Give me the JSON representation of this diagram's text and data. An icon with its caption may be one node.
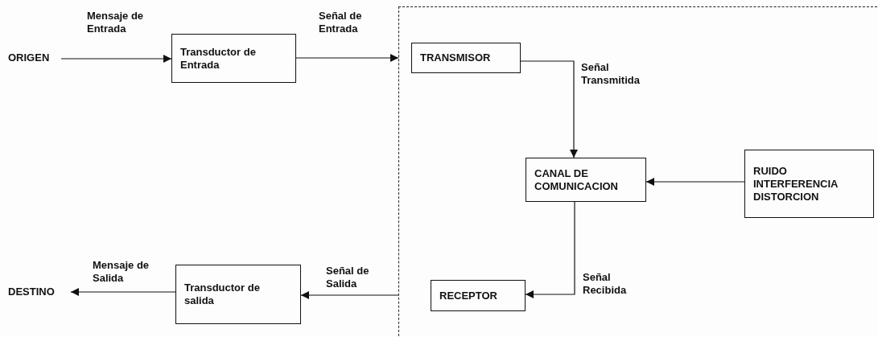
{
  "diagram": {
    "nodes": [
      {
        "text": [
          "ORIGEN"
        ]
      },
      {
        "text": [
          "Transductor de Entrada"
        ]
      },
      {
        "text": [],
        "shape": "box"
      },
      {
        "text": [
          "TRANSMISOR"
        ],
        "in": 2
      },
      {
        "text": [
          "CANAL DE COMUNICACION"
        ],
        "in": 2
      },
      {
        "text": [
          "RUIDO INTERFERENCIA DISTORCION"
        ],
        "in": 2
      },
      {
        "text": [
          "RECEPTOR"
        ],
        "in": 2
      },
      {
        "text": [
          "Transductor de salida"
        ]
      },
      {
        "text": [
          "DESTINO"
        ]
      }
    ],
    "edges": [
      {
        "from": 0,
        "to": 1,
        "arrow": "to",
        "label": "Mensaje de Entrada"
      },
      {
        "from": 1,
        "to": 2,
        "arrow": "to",
        "label": "Señal de Entrada"
      },
      {
        "from": 3,
        "to": 4,
        "arrow": "to",
        "label": "Señal Transmitida"
      },
      {
        "from": 5,
        "to": 4,
        "arrow": "to"
      },
      {
        "from": 4,
        "to": 6,
        "arrow": "to",
        "label": "Señal Recibida"
      },
      {
        "from": 2,
        "to": 7,
        "arrow": "to",
        "label": "Señal de Salida"
      },
      {
        "from": 7,
        "to": 8,
        "arrow": "to",
        "label": "Mensaje de Salida"
      }
    ]
  }
}
